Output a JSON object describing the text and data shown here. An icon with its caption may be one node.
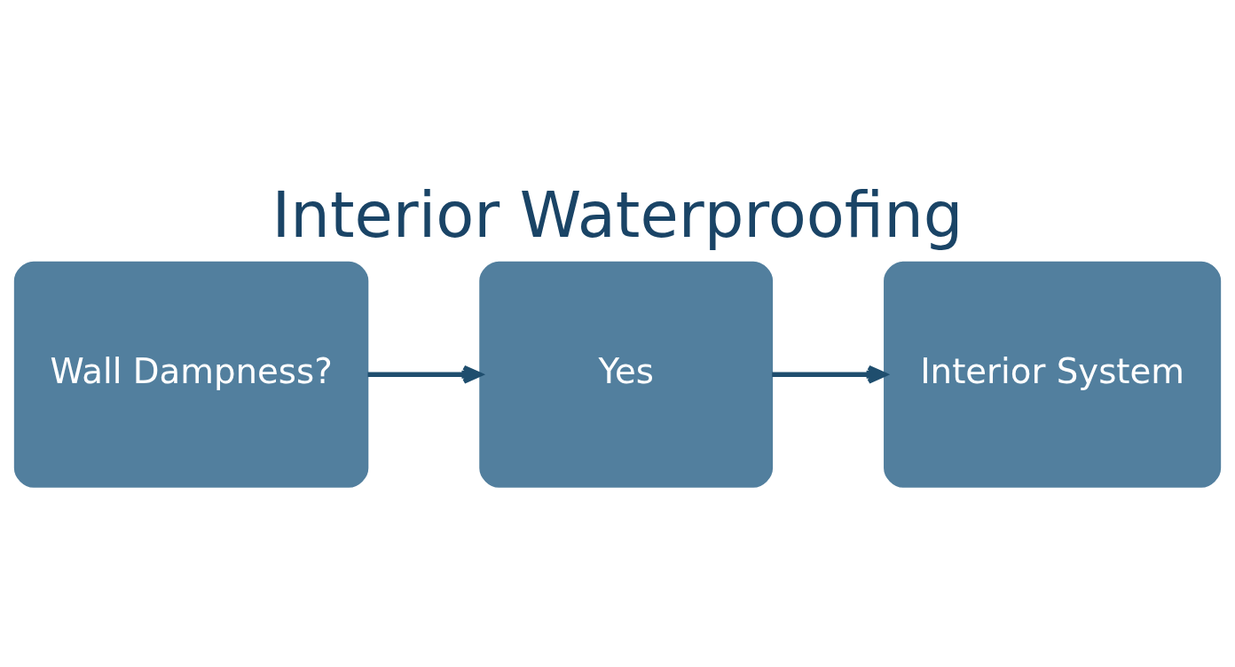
{
  "diagram": {
    "title": "Interior Waterproofing",
    "nodes": [
      {
        "text": [
          "Wall Dampness?"
        ]
      },
      {
        "text": [
          "Yes"
        ]
      },
      {
        "text": [
          "Interior System"
        ]
      }
    ],
    "edges": [
      {
        "from": 0,
        "to": 1,
        "arrow": "to"
      },
      {
        "from": 1,
        "to": 2,
        "arrow": "to"
      }
    ]
  }
}
